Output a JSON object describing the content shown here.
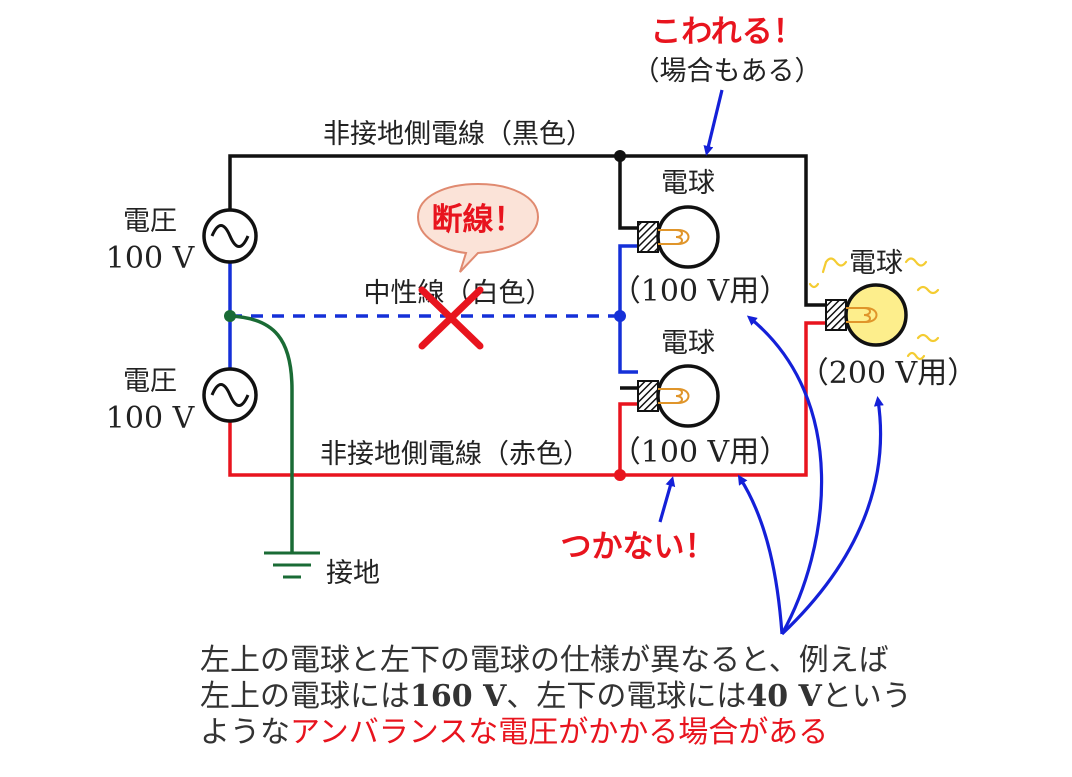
{
  "labels": {
    "breaks": "こわれる！",
    "breaks_sub": "（場合もある）",
    "black_wire": "非接地側電線（黒色）",
    "neutral_wire": "中性線（白色）",
    "red_wire": "非接地側電線（赤色）",
    "broken": "断線！",
    "voltage": "電圧",
    "voltage_value": "100 V",
    "bulb": "電球",
    "rating_100": "（100 V用）",
    "rating_200": "（200 V用）",
    "not_lit": "つかない！",
    "ground": "接地"
  },
  "note": {
    "line1": "左上の電球と左下の電球の仕様が異なると、例えば",
    "line2_a": "左上の電球には",
    "line2_v1": "160 V",
    "line2_b": "、左下の電球には",
    "line2_v2": "40 V",
    "line2_c": "という",
    "line3_a": "ような",
    "line3_red": "アンバランスな電圧がかかる場合がある"
  },
  "colors": {
    "black_wire": "#111111",
    "neutral_wire": "#1530d8",
    "red_wire": "#e8141e",
    "ground_wire": "#1a6b35",
    "arrow": "#1420d8",
    "warning_text": "#e8141e",
    "bubble_fill": "#fbe3d8",
    "bubble_stroke": "#e08a70",
    "lit_bulb": "#fdee8c"
  }
}
